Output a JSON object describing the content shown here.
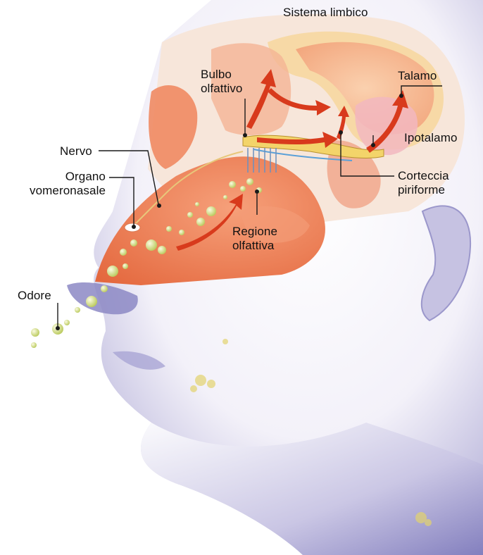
{
  "labels": {
    "sistema_limbico": "Sistema limbico",
    "bulbo_1": "Bulbo",
    "bulbo_2": "olfattivo",
    "talamo": "Talamo",
    "nervo": "Nervo",
    "ipotalamo": "Ipotalamo",
    "organo_1": "Organo",
    "organo_2": "vomeronasale",
    "corteccia_1": "Corteccia",
    "corteccia_2": "piriforme",
    "regione_1": "Regione",
    "regione_2": "olfattiva",
    "odore": "Odore"
  },
  "colors": {
    "skin": "#d9d4ea",
    "skin_shadow": "#8a86bf",
    "nasal_cavity": "#ef8a62",
    "brain": "#f4a882",
    "limbic": "#f6d7a0",
    "arrow": "#d83a1c",
    "odor_droplet": "#cfdc7a",
    "nerve": "#e8c77a",
    "leader_line": "#1a1a1a"
  }
}
